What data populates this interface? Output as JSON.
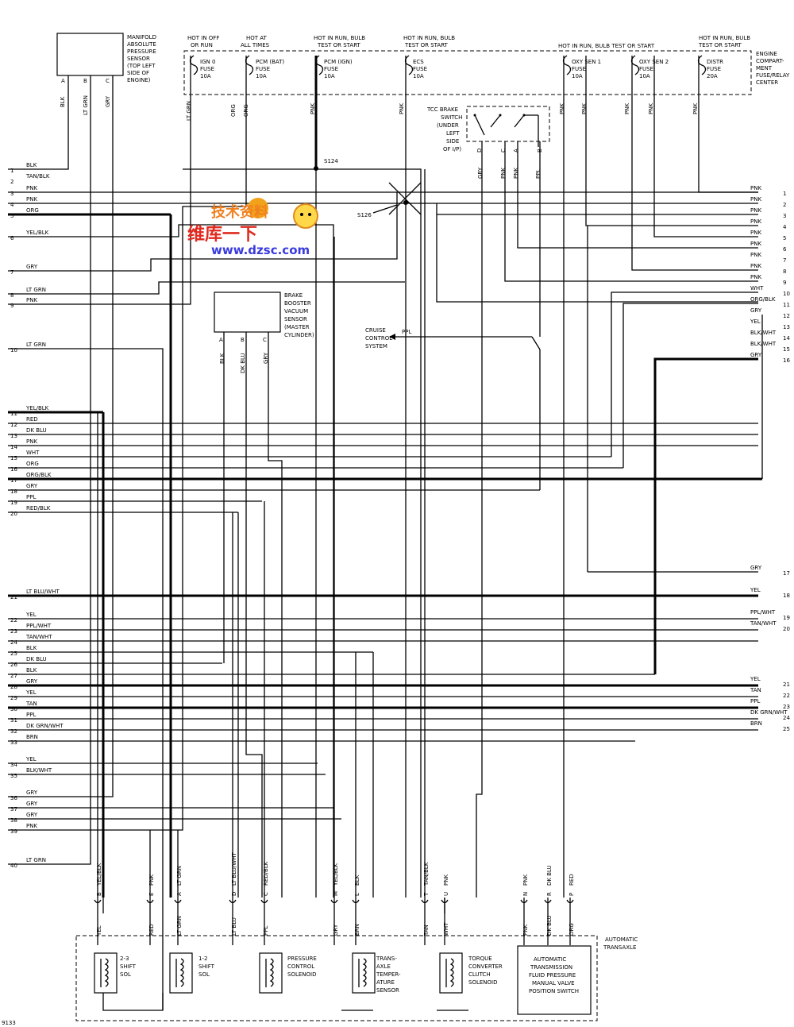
{
  "top_components": [
    {
      "id": "map_sensor",
      "lines": [
        "MANIFOLD",
        "ABSOLUTE",
        "PRESSURE",
        "SENSOR",
        "(TOP LEFT",
        "SIDE OF",
        "ENGINE)"
      ]
    },
    {
      "id": "ign0",
      "header": [
        "HOT IN OFF",
        "OR RUN"
      ],
      "lines": [
        "IGN 0",
        "FUSE",
        "10A"
      ]
    },
    {
      "id": "pcm_bat",
      "header": [
        "HOT AT",
        "ALL TIMES"
      ],
      "lines": [
        "PCM (BAT)",
        "FUSE",
        "10A"
      ]
    },
    {
      "id": "pcm_ign",
      "header": [
        "HOT IN RUN, BULB",
        "TEST OR START"
      ],
      "lines": [
        "PCM (IGN)",
        "FUSE",
        "10A"
      ]
    },
    {
      "id": "ecs",
      "header": [
        "HOT IN RUN, BULB",
        "TEST OR START"
      ],
      "lines": [
        "ECS",
        "FUSE",
        "10A"
      ]
    },
    {
      "id": "oxy1",
      "header": [
        "HOT IN RUN, BULB TEST OR START"
      ],
      "lines": [
        "OXY SEN 1",
        "FUSE",
        "10A"
      ]
    },
    {
      "id": "oxy2",
      "lines": [
        "OXY SEN 2",
        "FUSE",
        "10A"
      ]
    },
    {
      "id": "distr",
      "header": [
        "HOT IN RUN, BULB",
        "TEST OR START"
      ],
      "lines": [
        "DISTR",
        "FUSE",
        "20A"
      ]
    }
  ],
  "fuse_block_label": [
    "ENGINE",
    "COMPART-",
    "MENT",
    "FUSE/RELAY",
    "CENTER"
  ],
  "tcc_switch_label": [
    "TCC BRAKE",
    "SWITCH",
    "(UNDER",
    "LEFT",
    "SIDE",
    "OF I/P)"
  ],
  "tcc_pins": [
    "D",
    "C",
    "A",
    "B"
  ],
  "tcc_wires": [
    "GRY",
    "PNK",
    "PNK",
    "PPL"
  ],
  "map_pins": [
    "A",
    "B",
    "C"
  ],
  "map_wires": [
    "BLK",
    "LT GRN",
    "GRY"
  ],
  "fuse_wires": [
    "LT GRN",
    "ORG",
    "ORG",
    "PNK",
    "PNK",
    "PNK",
    "PNK",
    "PNK",
    "PNK",
    "PNK"
  ],
  "splices": {
    "s124": "S124",
    "s126": "S126"
  },
  "brake_booster": {
    "lines": [
      "BRAKE",
      "BOOSTER",
      "VACUUM",
      "SENSOR",
      "(MASTER",
      "CYLINDER)"
    ],
    "pins": [
      "A",
      "B",
      "C"
    ],
    "wires": [
      "BLK",
      "DK BLU",
      "GRY"
    ]
  },
  "cruise": {
    "lines": [
      "CRUISE",
      "CONTROL",
      "SYSTEM"
    ],
    "wire": "PPL"
  },
  "left_rows": [
    {
      "n": "1",
      "w": "BLK"
    },
    {
      "n": "2",
      "w": "TAN/BLK"
    },
    {
      "n": "3",
      "w": "PNK"
    },
    {
      "n": "4",
      "w": "PNK"
    },
    {
      "n": "5",
      "w": "ORG"
    },
    {
      "n": "6",
      "w": "YEL/BLK"
    },
    {
      "n": "7",
      "w": "GRY"
    },
    {
      "n": "8",
      "w": "LT GRN"
    },
    {
      "n": "9",
      "w": "PNK"
    },
    {
      "n": "10",
      "w": "LT GRN"
    },
    {
      "n": "11",
      "w": "YEL/BLK"
    },
    {
      "n": "12",
      "w": "RED"
    },
    {
      "n": "13",
      "w": "DK BLU"
    },
    {
      "n": "14",
      "w": "PNK"
    },
    {
      "n": "15",
      "w": "WHT"
    },
    {
      "n": "16",
      "w": "ORG"
    },
    {
      "n": "17",
      "w": "ORG/BLK"
    },
    {
      "n": "18",
      "w": "GRY"
    },
    {
      "n": "19",
      "w": "PPL"
    },
    {
      "n": "20",
      "w": "RED/BLK"
    },
    {
      "n": "21",
      "w": "LT BLU/WHT"
    },
    {
      "n": "22",
      "w": "YEL"
    },
    {
      "n": "23",
      "w": "PPL/WHT"
    },
    {
      "n": "24",
      "w": "TAN/WHT"
    },
    {
      "n": "25",
      "w": "BLK"
    },
    {
      "n": "26",
      "w": "DK BLU"
    },
    {
      "n": "27",
      "w": "BLK"
    },
    {
      "n": "28",
      "w": "GRY"
    },
    {
      "n": "29",
      "w": "YEL"
    },
    {
      "n": "30",
      "w": "TAN"
    },
    {
      "n": "31",
      "w": "PPL"
    },
    {
      "n": "32",
      "w": "DK GRN/WHT"
    },
    {
      "n": "33",
      "w": "BRN"
    },
    {
      "n": "34",
      "w": "YEL"
    },
    {
      "n": "35",
      "w": "BLK/WHT"
    },
    {
      "n": "36",
      "w": "GRY"
    },
    {
      "n": "37",
      "w": "GRY"
    },
    {
      "n": "38",
      "w": "GRY"
    },
    {
      "n": "39",
      "w": "PNK"
    },
    {
      "n": "40",
      "w": "LT GRN"
    }
  ],
  "right_rows": [
    {
      "n": "1",
      "w": "PNK"
    },
    {
      "n": "2",
      "w": "PNK"
    },
    {
      "n": "3",
      "w": "PNK"
    },
    {
      "n": "4",
      "w": "PNK"
    },
    {
      "n": "5",
      "w": "PNK"
    },
    {
      "n": "6",
      "w": "PNK"
    },
    {
      "n": "7",
      "w": "PNK"
    },
    {
      "n": "8",
      "w": "PNK"
    },
    {
      "n": "9",
      "w": "PNK"
    },
    {
      "n": "10",
      "w": "WHT"
    },
    {
      "n": "11",
      "w": "ORG/BLK"
    },
    {
      "n": "12",
      "w": "GRY"
    },
    {
      "n": "13",
      "w": "YEL"
    },
    {
      "n": "14",
      "w": "BLK/WHT"
    },
    {
      "n": "15",
      "w": "BLK/WHT"
    },
    {
      "n": "16",
      "w": "GRY"
    },
    {
      "n": "17",
      "w": "GRY"
    },
    {
      "n": "18",
      "w": "YEL"
    },
    {
      "n": "19",
      "w": "PPL/WHT"
    },
    {
      "n": "20",
      "w": "TAN/WHT"
    },
    {
      "n": "21",
      "w": "YEL"
    },
    {
      "n": "22",
      "w": "TAN"
    },
    {
      "n": "23",
      "w": "PPL"
    },
    {
      "n": "24",
      "w": "DK GRN/WHT"
    },
    {
      "n": "25",
      "w": "BRN"
    }
  ],
  "trans_connector": [
    {
      "pin": "B",
      "w": "YEL/BLK"
    },
    {
      "pin": "E",
      "w": "PNK"
    },
    {
      "pin": "A",
      "w": "LT GRN"
    },
    {
      "pin": "D",
      "w": "LT BLU/WHT"
    },
    {
      "pin": "C",
      "w": "RED/BLK"
    },
    {
      "pin": "M",
      "w": "YEL/BLK"
    },
    {
      "pin": "L",
      "w": "BLK"
    },
    {
      "pin": "T",
      "w": "TAN/BLK"
    },
    {
      "pin": "U",
      "w": "PNK"
    },
    {
      "pin": "N",
      "w": "PNK"
    },
    {
      "pin": "R",
      "w": "DK BLU"
    },
    {
      "pin": "P",
      "w": "RED"
    }
  ],
  "trans_inner_wires": [
    "YEL",
    "RED",
    "LT GRN",
    "LT BLU",
    "PPL",
    "GRY",
    "BRN",
    "TAN",
    "WHT",
    "PNK",
    "DK BLU",
    "ORG"
  ],
  "transaxle_label": [
    "AUTOMATIC",
    "TRANSAXLE"
  ],
  "solenoids": [
    {
      "id": "sol23",
      "lines": [
        "2-3",
        "SHIFT",
        "SOL"
      ]
    },
    {
      "id": "sol12",
      "lines": [
        "1-2",
        "SHIFT",
        "SOL"
      ]
    },
    {
      "id": "pcs",
      "lines": [
        "PRESSURE",
        "CONTROL",
        "SOLENOID"
      ]
    },
    {
      "id": "tft",
      "lines": [
        "TRANS-",
        "AXLE",
        "TEMPER-",
        "ATURE",
        "SENSOR"
      ]
    },
    {
      "id": "tcc",
      "lines": [
        "TORQUE",
        "CONVERTER",
        "CLUTCH",
        "SOLENOID"
      ]
    },
    {
      "id": "tfp",
      "lines": [
        "AUTOMATIC",
        "TRANSMISSION",
        "FLUID PRESSURE",
        "MANUAL VALVE",
        "POSITION SWITCH"
      ]
    }
  ],
  "watermark": {
    "line1": "维库一下",
    "line2": "www.dzsc.com",
    "logo": "技术资料"
  },
  "page_code": "9133"
}
